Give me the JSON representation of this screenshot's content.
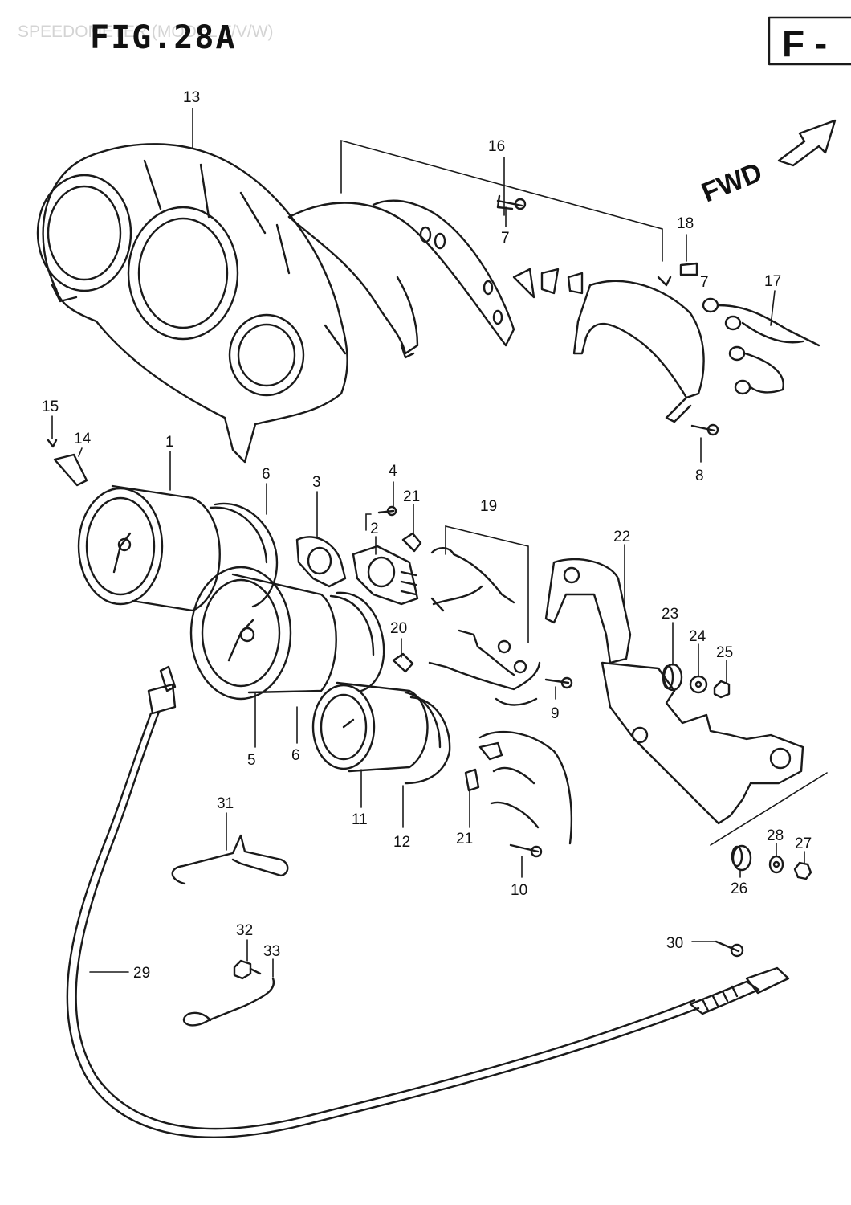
{
  "header": {
    "ghost_text": "SPEEDOMETER (MODEL T/V/W)",
    "figure_label": "FIG.28A",
    "section_box": "F -"
  },
  "direction_label": "FWD",
  "callouts": [
    {
      "id": "c13",
      "text": "13"
    },
    {
      "id": "c16",
      "text": "16"
    },
    {
      "id": "c7a",
      "text": "7"
    },
    {
      "id": "c18",
      "text": "18"
    },
    {
      "id": "c7b",
      "text": "7"
    },
    {
      "id": "c17",
      "text": "17"
    },
    {
      "id": "c8",
      "text": "8"
    },
    {
      "id": "c15",
      "text": "15"
    },
    {
      "id": "c14",
      "text": "14"
    },
    {
      "id": "c1",
      "text": "1"
    },
    {
      "id": "c6a",
      "text": "6"
    },
    {
      "id": "c3",
      "text": "3"
    },
    {
      "id": "c4",
      "text": "4"
    },
    {
      "id": "c21a",
      "text": "21"
    },
    {
      "id": "c2",
      "text": "2"
    },
    {
      "id": "c19",
      "text": "19"
    },
    {
      "id": "c22",
      "text": "22"
    },
    {
      "id": "c20",
      "text": "20"
    },
    {
      "id": "c23",
      "text": "23"
    },
    {
      "id": "c24",
      "text": "24"
    },
    {
      "id": "c25",
      "text": "25"
    },
    {
      "id": "c9",
      "text": "9"
    },
    {
      "id": "c5",
      "text": "5"
    },
    {
      "id": "c6b",
      "text": "6"
    },
    {
      "id": "c11",
      "text": "11"
    },
    {
      "id": "c12",
      "text": "12"
    },
    {
      "id": "c21b",
      "text": "21"
    },
    {
      "id": "c10",
      "text": "10"
    },
    {
      "id": "c31",
      "text": "31"
    },
    {
      "id": "c28",
      "text": "28"
    },
    {
      "id": "c27",
      "text": "27"
    },
    {
      "id": "c26",
      "text": "26"
    },
    {
      "id": "c30",
      "text": "30"
    },
    {
      "id": "c32",
      "text": "32"
    },
    {
      "id": "c33",
      "text": "33"
    },
    {
      "id": "c29",
      "text": "29"
    }
  ]
}
